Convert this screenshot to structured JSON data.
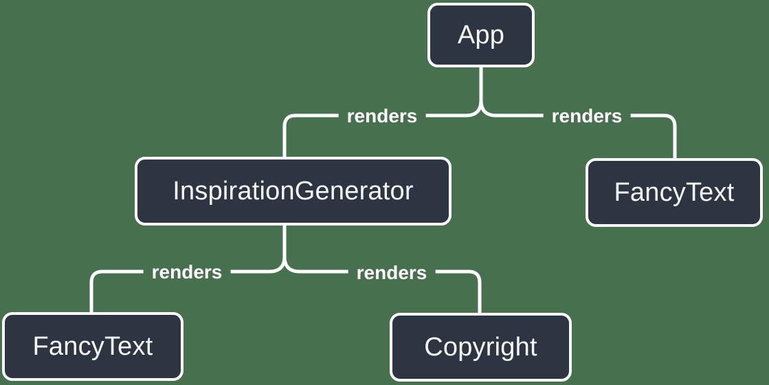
{
  "diagram": {
    "type": "component-render-tree",
    "colors": {
      "background": "#47714E",
      "node_fill": "#2E3542",
      "node_border": "#FFFFFF",
      "node_text": "#F6F7F9",
      "edge_line": "#FFFFFF",
      "edge_label_text": "#FFFFFF"
    },
    "nodes": [
      {
        "id": "app",
        "label": "App"
      },
      {
        "id": "inspiration-generator",
        "label": "InspirationGenerator"
      },
      {
        "id": "fancy-text-right",
        "label": "FancyText"
      },
      {
        "id": "fancy-text-left",
        "label": "FancyText"
      },
      {
        "id": "copyright",
        "label": "Copyright"
      }
    ],
    "edges": [
      {
        "from": "App",
        "to": "InspirationGenerator",
        "label": "renders"
      },
      {
        "from": "App",
        "to": "FancyText",
        "label": "renders"
      },
      {
        "from": "InspirationGenerator",
        "to": "FancyText",
        "label": "renders"
      },
      {
        "from": "InspirationGenerator",
        "to": "Copyright",
        "label": "renders"
      }
    ]
  }
}
